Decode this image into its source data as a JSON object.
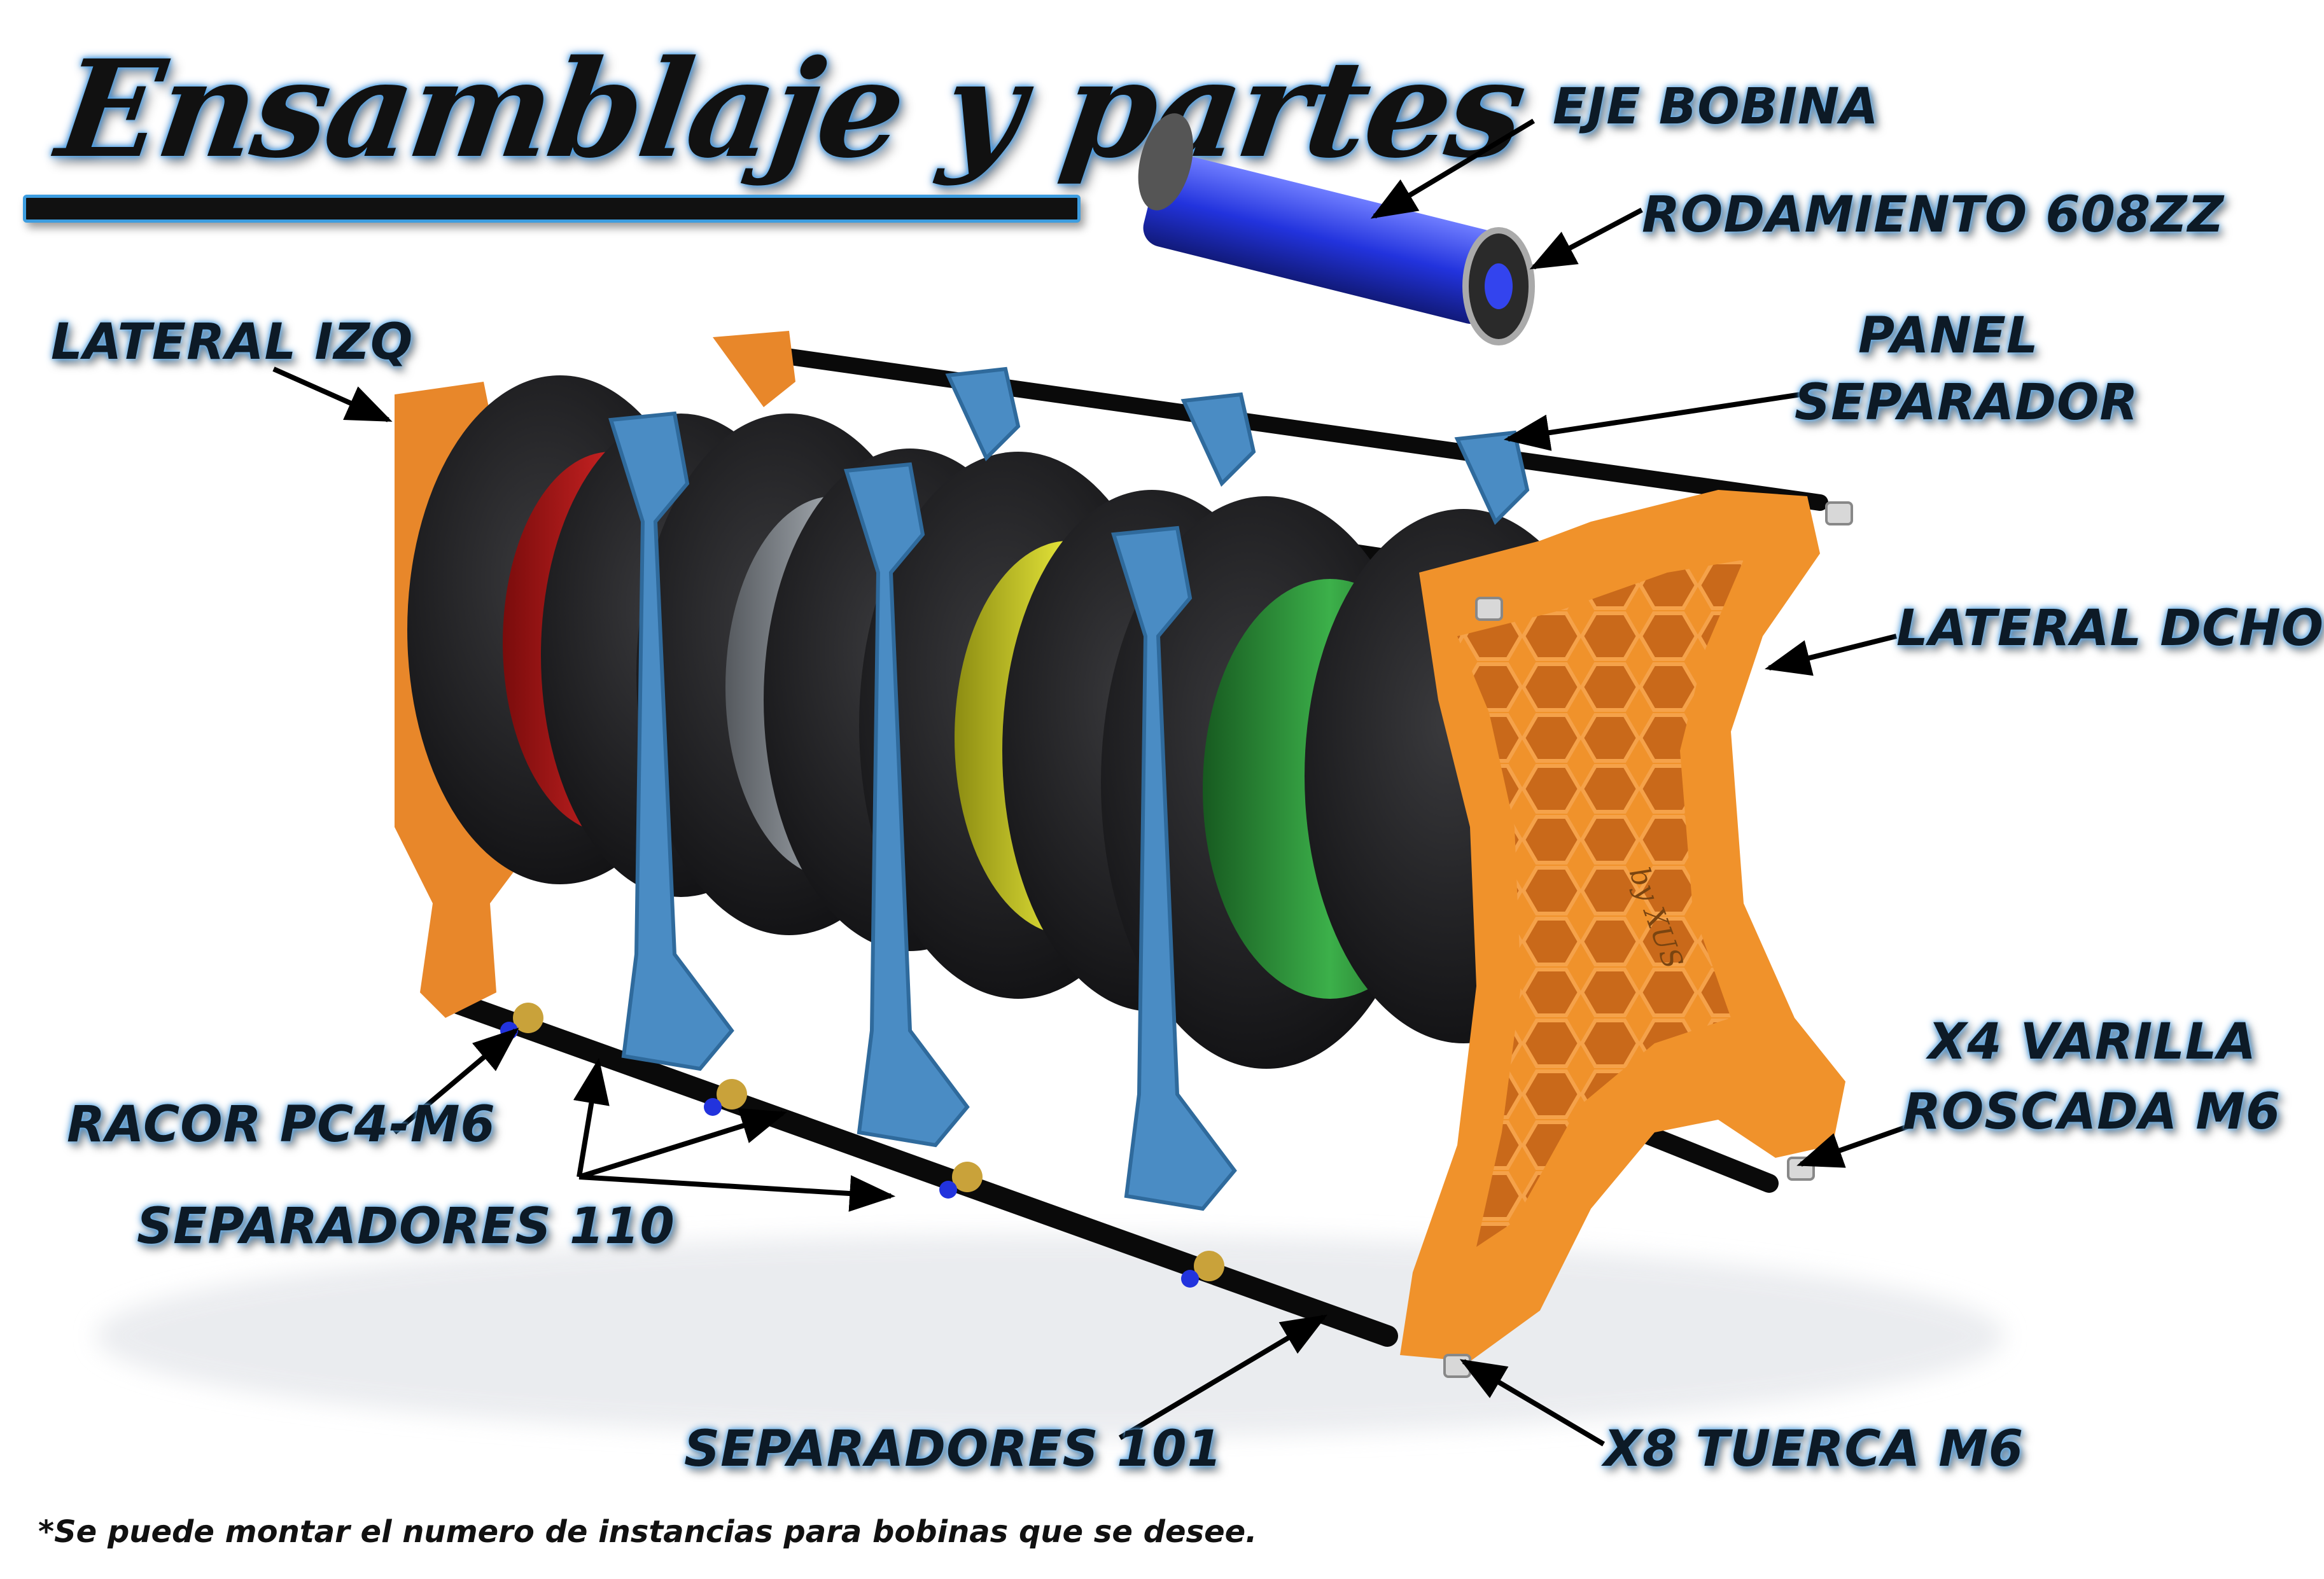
{
  "title": "Ensamblaje y partes",
  "labels": {
    "eje_bobina": "EJE BOBINA",
    "rodamiento": "RODAMIENTO 608ZZ",
    "lateral_izq": "LATERAL IZQ",
    "panel_separador_1": "PANEL",
    "panel_separador_2": "SEPARADOR",
    "lateral_dcho": "LATERAL DCHO",
    "varilla_1": "X4 VARILLA",
    "varilla_2": "ROSCADA M6",
    "racor": "RACOR PC4-M6",
    "separadores_110": "SEPARADORES 110",
    "separadores_101": "SEPARADORES 101",
    "tuerca": "X8 TUERCA M6"
  },
  "watermark": "by XUS",
  "footnote": "*Se puede montar el numero de instancias para bobinas que se desee.",
  "colors": {
    "frame_orange": "#f0922b",
    "panel_blue": "#4a8cc4",
    "spool_black": "#1c1c1e",
    "axle_blue": "#2233dd",
    "filament_red": "#b01818",
    "filament_grey": "#8a9096",
    "filament_yellow": "#d8d828",
    "filament_green": "#2f9a3c"
  }
}
